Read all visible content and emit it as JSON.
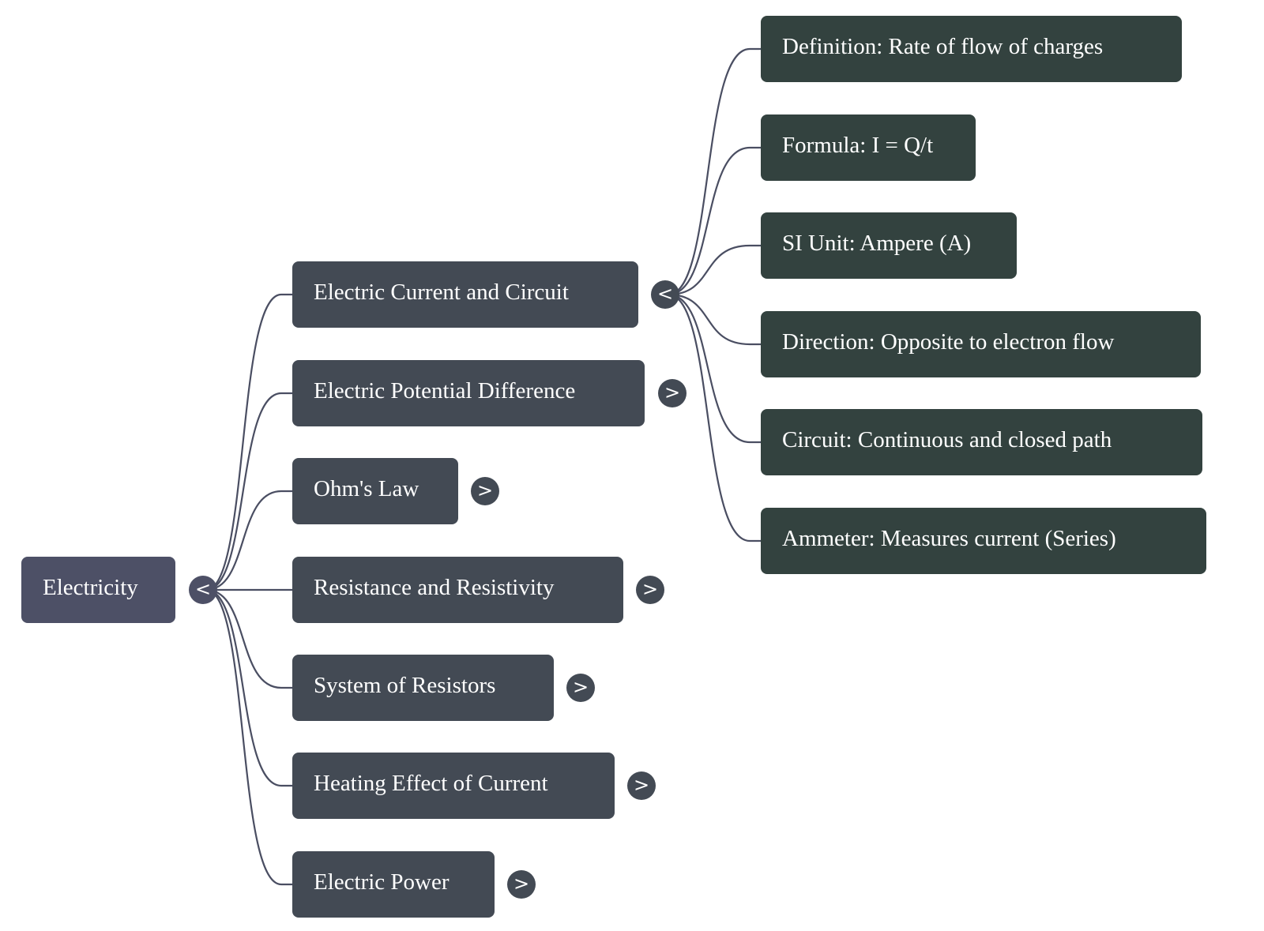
{
  "colors": {
    "root_node": "#4d5066",
    "branch_node": "#434a54",
    "leaf_node": "#33423f",
    "connector": "#4a4e62",
    "text": "#ffffff",
    "background": "#ffffff"
  },
  "root": {
    "label": "Electricity",
    "toggle": "<",
    "expanded": true
  },
  "branches": [
    {
      "label": "Electric Current and Circuit",
      "toggle": "<",
      "expanded": true
    },
    {
      "label": "Electric Potential Difference",
      "toggle": ">",
      "expanded": false
    },
    {
      "label": "Ohm's Law",
      "toggle": ">",
      "expanded": false
    },
    {
      "label": "Resistance and Resistivity",
      "toggle": ">",
      "expanded": false
    },
    {
      "label": "System of Resistors",
      "toggle": ">",
      "expanded": false
    },
    {
      "label": "Heating Effect of Current",
      "toggle": ">",
      "expanded": false
    },
    {
      "label": "Electric Power",
      "toggle": ">",
      "expanded": false
    }
  ],
  "leaves": [
    {
      "label": "Definition: Rate of flow of charges"
    },
    {
      "label": "Formula: I = Q/t"
    },
    {
      "label": "SI Unit: Ampere (A)"
    },
    {
      "label": "Direction: Opposite to electron flow"
    },
    {
      "label": "Circuit: Continuous and closed path"
    },
    {
      "label": "Ammeter: Measures current (Series)"
    }
  ]
}
